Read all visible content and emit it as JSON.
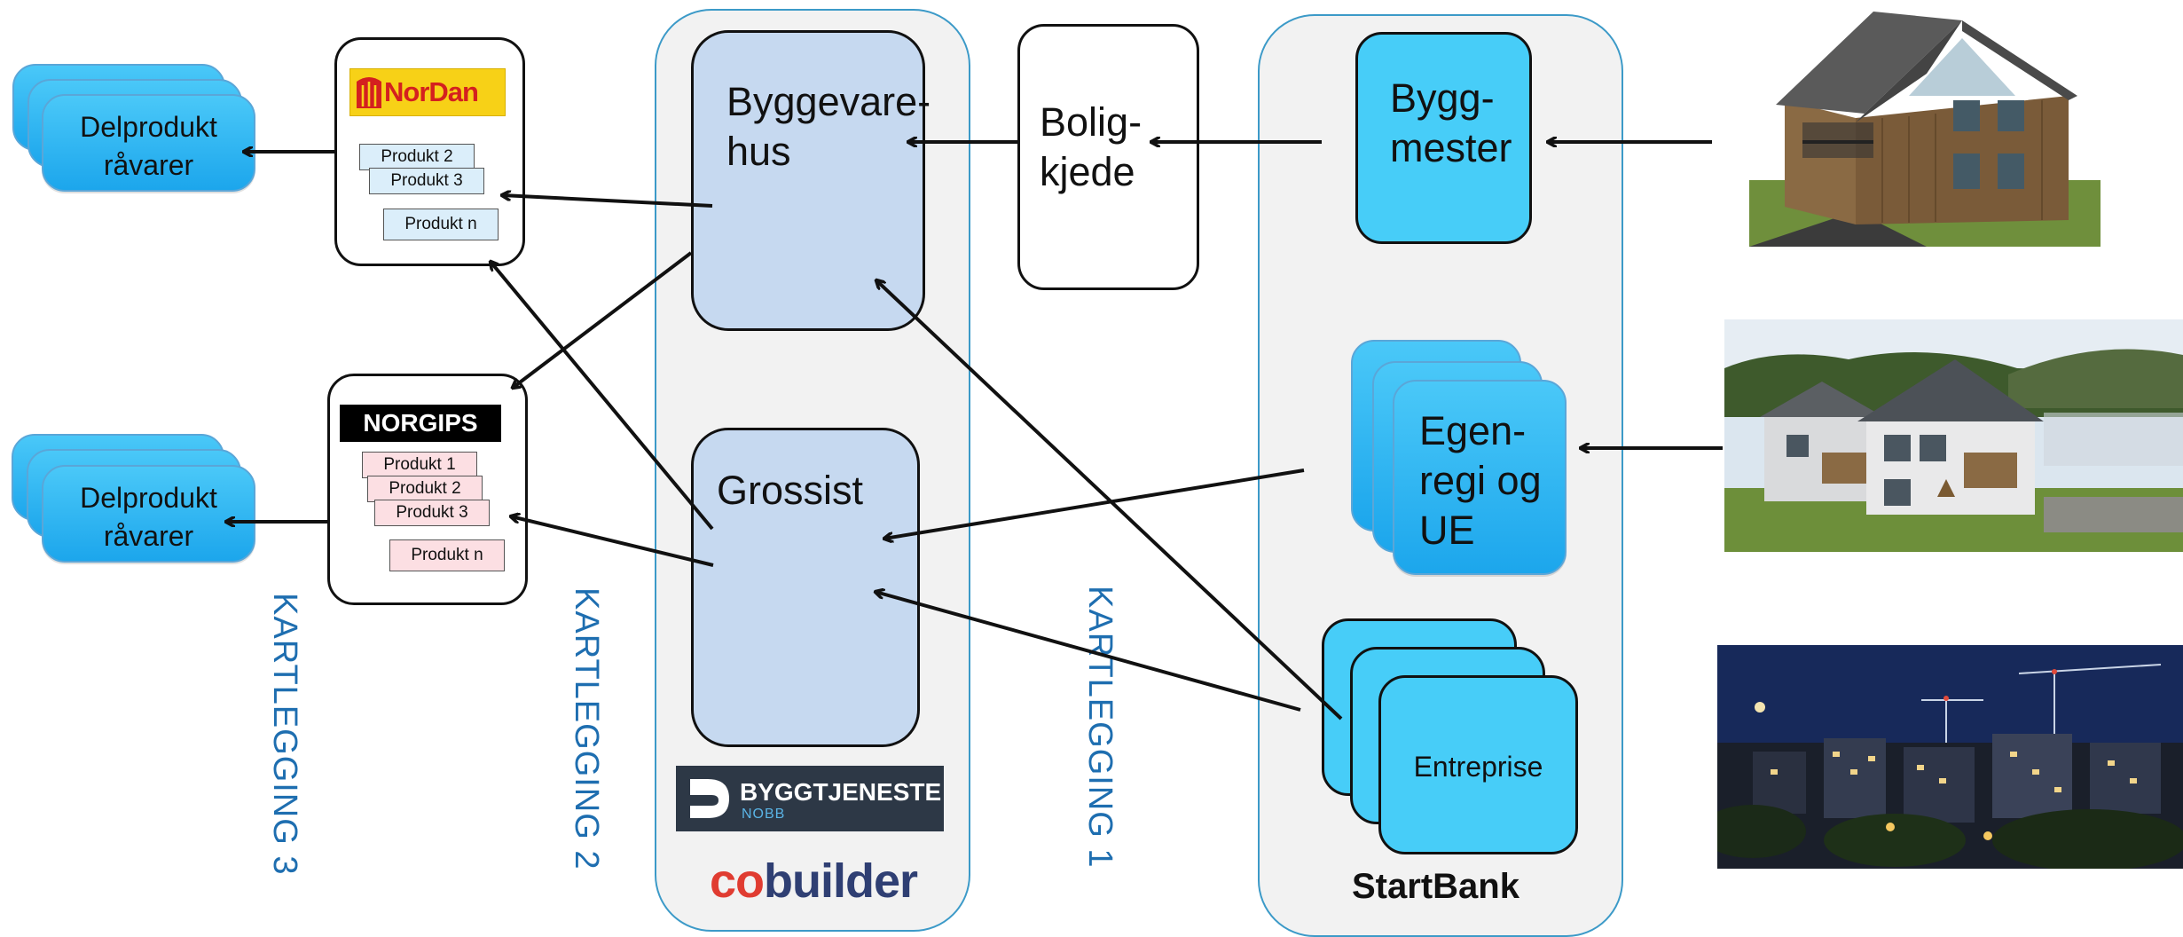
{
  "left": {
    "delprodukt_top": [
      "Delprodukt",
      "råvarer"
    ],
    "delprodukt_bottom": [
      "Delprodukt",
      "råvarer"
    ]
  },
  "nordan": {
    "logo": "NorDan",
    "products": [
      "Produkt 2",
      "Produkt 3",
      "Produkt n"
    ]
  },
  "norgips": {
    "logo": "NORGIPS",
    "products": [
      "Produkt 1",
      "Produkt 2",
      "Produkt 3",
      "Produkt n"
    ]
  },
  "cobuilder_panel": {
    "byggevarehus": [
      "Byggevare-",
      "hus"
    ],
    "grossist": "Grossist",
    "byggtjeneste_logo": "BYGGTJENESTE",
    "byggtjeneste_sub": "NOBB",
    "cobuilder_logo_co": "co",
    "cobuilder_logo_builder": "builder"
  },
  "boligkjede": [
    "Bolig-",
    "kjede"
  ],
  "startbank_panel": {
    "byggmester": [
      "Bygg-",
      "mester"
    ],
    "egenregi": [
      "Egen-",
      "regi og",
      "UE"
    ],
    "entreprise": "Entreprise",
    "title": "StartBank"
  },
  "kartlegging": {
    "k1": "KARTLEGGING 1",
    "k2": "KARTLEGGING 2",
    "k3": "KARTLEGGING 3"
  },
  "colors": {
    "accent_blue": "#47cdf8",
    "light_blue": "#c6d9f0",
    "panel_border": "#3c9ac8",
    "kartlegging_text": "#1e6eb0",
    "cobuilder_red": "#e03c31",
    "cobuilder_navy": "#2f3f73"
  }
}
